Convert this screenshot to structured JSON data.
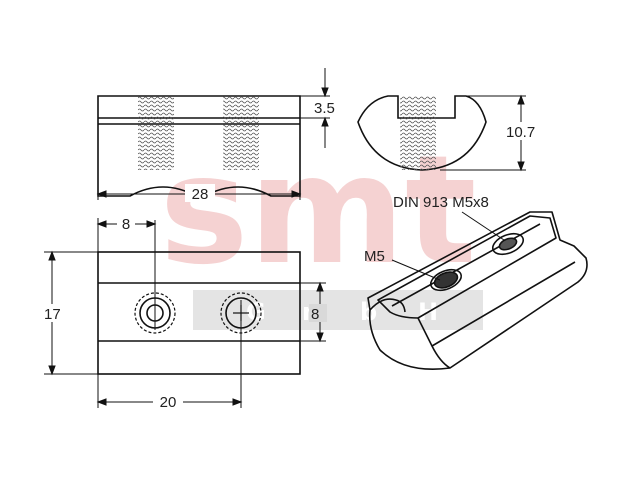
{
  "watermark": {
    "logo": "smt",
    "sub_letters": [
      "G",
      "m",
      "b",
      "H"
    ],
    "logo_color": "#f2c4c4",
    "band_color": "#d9d9d9"
  },
  "dimensions": {
    "top_width": "28",
    "top_height": "3.5",
    "side_height": "10.7",
    "bottom_offset": "8",
    "bottom_height": "17",
    "bottom_right_height": "8",
    "bottom_width": "20"
  },
  "labels": {
    "din_spec": "DIN 913 M5x8",
    "thread": "M5"
  },
  "colors": {
    "line": "#111111",
    "thread": "#555555"
  }
}
